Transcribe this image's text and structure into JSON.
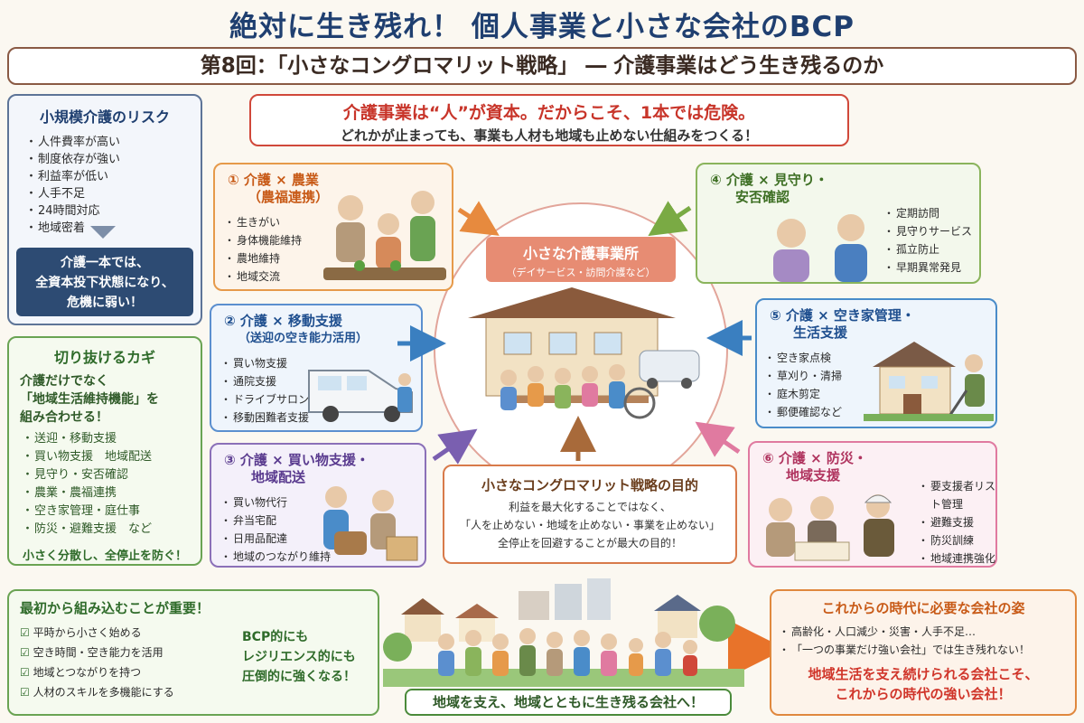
{
  "header": {
    "title": "絶対に生き残れ！ 個人事業と小さな会社のBCP",
    "subtitle": "第8回：「小さなコングロマリット戦略」 ― 介護事業はどう生き残るのか"
  },
  "risk_panel": {
    "title": "小規模介護のリスク",
    "items": [
      "人件費率が高い",
      "制度依存が強い",
      "利益率が低い",
      "人手不足",
      "24時間対応",
      "地域密着"
    ],
    "summary": [
      "介護一本では、",
      "全資本投下状態になり、",
      "危機に弱い！"
    ]
  },
  "key_panel": {
    "title": "切り抜けるカギ",
    "intro": [
      "介護だけでなく",
      "「地域生活維持機能」を",
      "組み合わせる！"
    ],
    "items": [
      "送迎・移動支援",
      "買い物支援　地域配送",
      "見守り・安否確認",
      "農業・農福連携",
      "空き家管理・庭仕事",
      "防災・避難支援　など"
    ],
    "footer": "小さく分散し、全停止を防ぐ！"
  },
  "top_message": {
    "line1": "介護事業は“人”が資本。だからこそ、1本では危険。",
    "line2": "どれかが止まっても、事業も人材も地域も止めない仕組みをつくる！"
  },
  "center": {
    "title": "小さな介護事業所",
    "subtitle": "（デイサービス・訪問介護など）"
  },
  "strategies": [
    {
      "title": "① 介護 × 農業",
      "title2": "（農福連携）",
      "items": [
        "生きがい",
        "身体機能維持",
        "農地維持",
        "地域交流"
      ]
    },
    {
      "title": "② 介護 × 移動支援",
      "title2": "（送迎の空き能力活用）",
      "items": [
        "買い物支援",
        "通院支援",
        "ドライブサロン",
        "移動困難者支援"
      ]
    },
    {
      "title": "③ 介護 × 買い物支援・",
      "title2": "地域配送",
      "items": [
        "買い物代行",
        "弁当宅配",
        "日用品配達",
        "地域のつながり維持"
      ]
    },
    {
      "title": "④ 介護 × 見守り・",
      "title2": "安否確認",
      "items": [
        "定期訪問",
        "見守りサービス",
        "孤立防止",
        "早期異常発見"
      ]
    },
    {
      "title": "⑤ 介護 × 空き家管理・",
      "title2": "生活支援",
      "items": [
        "空き家点検",
        "草刈り・清掃",
        "庭木剪定",
        "郵便確認など"
      ]
    },
    {
      "title": "⑥ 介護 × 防災・",
      "title2": "地域支援",
      "items": [
        "要支援者リスト管理",
        "避難支援",
        "防災訓練",
        "地域連携強化"
      ]
    }
  ],
  "purpose": {
    "title": "小さなコングロマリット戦略の目的",
    "lines": [
      "利益を最大化することではなく、",
      "「人を止めない・地域を止めない・事業を止めない」",
      "全停止を回避することが最大の目的！"
    ]
  },
  "important": {
    "title": "最初から組み込むことが重要！",
    "items": [
      "平時から小さく始める",
      "空き時間・空き能力を活用",
      "地域とつながりを持つ",
      "人材のスキルを多機能にする"
    ],
    "result": [
      "BCP的にも",
      "レジリエンス的にも",
      "圧倒的に強くなる！"
    ]
  },
  "banner": "地域を支え、地域とともに生き残る会社へ！",
  "future": {
    "title": "これからの時代に必要な会社の姿",
    "items": [
      "高齢化・人口減少・災害・人手不足…",
      "「一つの事業だけ強い会社」では生き残れない！"
    ],
    "conclusion": [
      "地域生活を支え続けられる会社こそ、",
      "これからの時代の強い会社！"
    ]
  },
  "colors": {
    "title_blue": "#1f3f70",
    "accent_red": "#c8352a",
    "green": "#2f6b2a",
    "orange": "#c85a17"
  }
}
